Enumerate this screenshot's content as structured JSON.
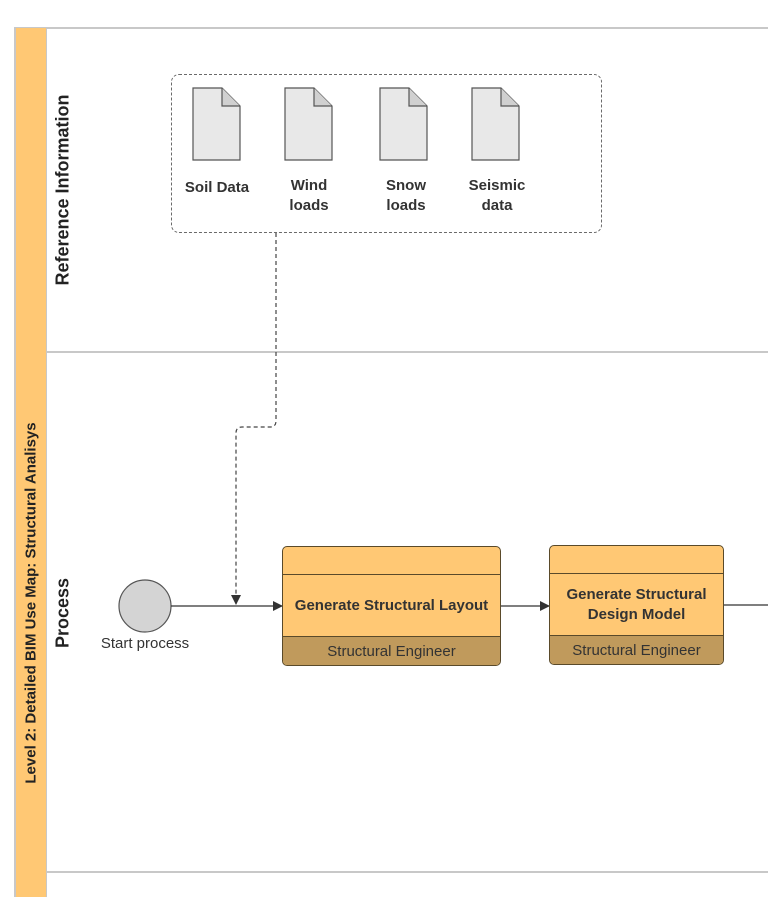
{
  "pool": {
    "title": "Level 2: Detailed BIM Use Map: Structural Analisys",
    "color": "#ffc874"
  },
  "lanes": [
    {
      "title": "Reference Information"
    },
    {
      "title": "Process"
    }
  ],
  "reference_documents": [
    {
      "label": "Soil Data"
    },
    {
      "label": "Wind loads"
    },
    {
      "label": "Snow loads"
    },
    {
      "label": "Seismic data"
    }
  ],
  "start_event": {
    "label": "Start process"
  },
  "tasks": [
    {
      "title": "Generate Structural Layout",
      "role": "Structural Engineer"
    },
    {
      "title": "Generate Structural Design Model",
      "role": "Structural Engineer"
    }
  ],
  "colors": {
    "task_fill": "#ffc874",
    "role_fill": "#c09a5c",
    "document_fill": "#e8e8e8",
    "start_fill": "#d4d4d4"
  }
}
